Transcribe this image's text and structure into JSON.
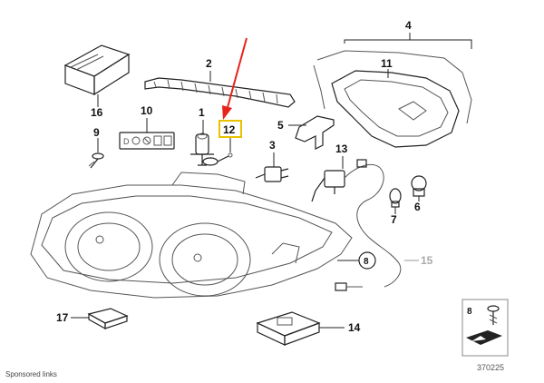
{
  "diagram": {
    "reference_number": "370225",
    "callouts": [
      "1",
      "2",
      "3",
      "4",
      "5",
      "6",
      "7",
      "8",
      "9",
      "10",
      "11",
      "12",
      "13",
      "14",
      "15",
      "16",
      "17"
    ],
    "highlighted_callout": "12",
    "highlight_color": "#e8c200",
    "arrow_color": "#e8231b"
  },
  "footer": {
    "sponsored_text": "Sponsored links"
  }
}
